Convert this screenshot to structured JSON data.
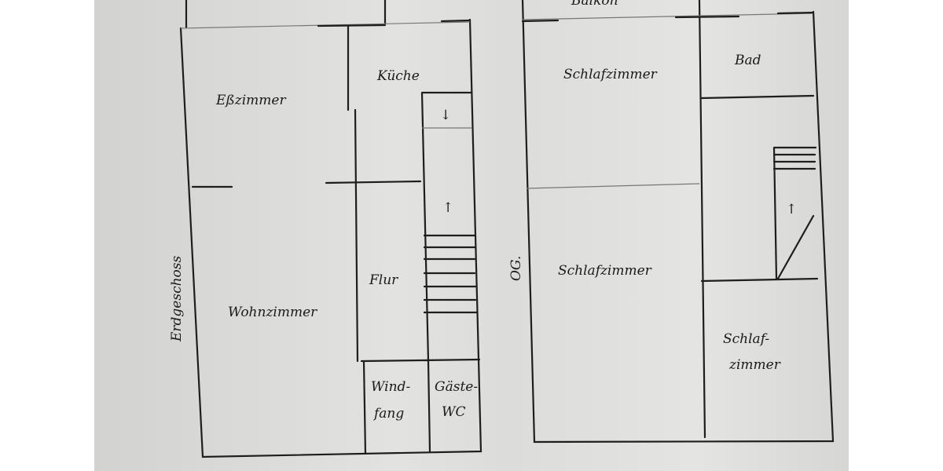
{
  "ground_floor": {
    "title": "Erdgeschoss",
    "rooms": {
      "dining": "Eßzimmer",
      "kitchen": "Küche",
      "living": "Wohnzimmer",
      "hall": "Flur",
      "vestibule_1": "Wind-",
      "vestibule_2": "fang",
      "wc_1": "Gäste-",
      "wc_2": "WC"
    },
    "stair_arrow_down": "↓",
    "stair_arrow_up": "↑"
  },
  "upper_floor": {
    "title": "OG.",
    "balcony": "Balkon",
    "rooms": {
      "bedroom_1": "Schlafzimmer",
      "bath": "Bad",
      "bedroom_2": "Schlafzimmer",
      "bedroom_3_1": "Schlaf-",
      "bedroom_3_2": "zimmer"
    },
    "stair_arrow_up": "↑"
  },
  "colors": {
    "ink": "#1e1e1e",
    "paper": "#dcdcda"
  }
}
